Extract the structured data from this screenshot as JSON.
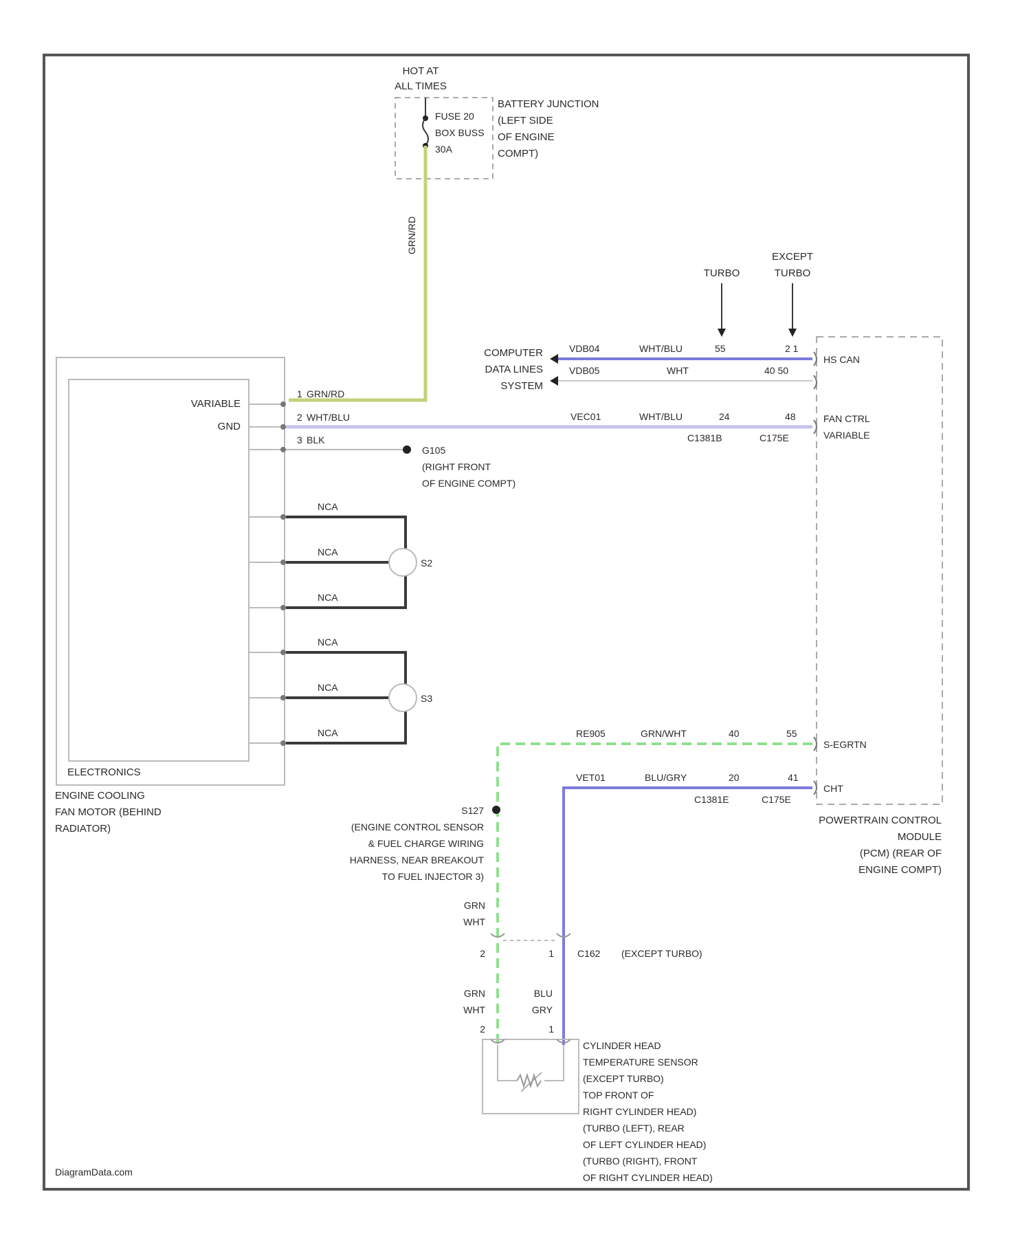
{
  "colors": {
    "frame": "#555555",
    "wire_black": "#3a3a3a",
    "wire_blue": "#7b7bdc",
    "wire_lightblue": "#c4c4ec",
    "wire_yellowgreen": "#c3d27a",
    "wire_green": "#8fe08f",
    "dashed_box": "#aaaaaa",
    "component_box": "#bbbbbb"
  },
  "source": {
    "hot_label": [
      "HOT AT",
      "ALL TIMES"
    ],
    "fuse_label": [
      "FUSE 20",
      "BOX BUSS",
      "30A"
    ],
    "location_label": [
      "BATTERY JUNCTION",
      "(LEFT SIDE",
      "OF ENGINE",
      "COMPT)"
    ],
    "wire_color": "GRN/RD"
  },
  "motor": {
    "box_label": "ELECTRONICS",
    "pin_variable": "VARIABLE",
    "pin_gnd": "GND",
    "caption": [
      "ENGINE COOLING",
      "FAN MOTOR (BEHIND",
      "RADIATOR)"
    ],
    "pin1": "1",
    "wire1": "GRN/RD",
    "pin2": "2",
    "wire2": "WHT/BLU",
    "pin3": "3",
    "wire3": "BLK",
    "nca": [
      "NCA",
      "NCA",
      "NCA",
      "NCA",
      "NCA",
      "NCA"
    ],
    "s2": "S2",
    "s3": "S3"
  },
  "ground": {
    "name": "G105",
    "location": [
      "(RIGHT FRONT",
      "OF ENGINE COMPT)"
    ]
  },
  "branches": {
    "turbo": "TURBO",
    "except_turbo": [
      "EXCEPT",
      "TURBO"
    ]
  },
  "can_bus": {
    "system_label": [
      "COMPUTER",
      "DATA LINES",
      "SYSTEM"
    ],
    "circuit1": "VDB04",
    "color1": "WHT/BLU",
    "pins1a": "55",
    "pins1b": "2 1",
    "circuit2": "VDB05",
    "color2": "WHT",
    "pins2b": "40 50"
  },
  "fan_ctrl": {
    "circuit": "VEC01",
    "color": "WHT/BLU",
    "pin_a": "24",
    "pin_b": "48",
    "conn_a": "C1381B",
    "conn_b": "C175E"
  },
  "sig_rtn": {
    "circuit": "RE905",
    "color": "GRN/WHT",
    "pin_a": "40",
    "pin_b": "55"
  },
  "cht": {
    "circuit": "VET01",
    "color": "BLU/GRY",
    "pin_a": "20",
    "pin_b": "41",
    "conn_a": "C1381E",
    "conn_b": "C175E"
  },
  "pcm": {
    "pin_hscan": "HS CAN",
    "pin_fan_ctrl": [
      "FAN CTRL",
      "VARIABLE"
    ],
    "pin_sig_rtn": "S-EGRTN",
    "pin_cht": "CHT",
    "caption": [
      "POWERTRAIN CONTROL",
      "MODULE",
      "(PCM) (REAR OF",
      "ENGINE COMPT)"
    ]
  },
  "splice": {
    "name": "S127",
    "caption": [
      "(ENGINE CONTROL SENSOR",
      "& FUEL CHARGE WIRING",
      "HARNESS, NEAR BREAKOUT",
      "TO FUEL INJECTOR 3)"
    ]
  },
  "inline_conn": {
    "wire_left": [
      "GRN",
      "WHT"
    ],
    "pin_left": "2",
    "pin_right": "1",
    "label": "C162",
    "note": "(EXCEPT TURBO)"
  },
  "sensor": {
    "wire_left": [
      "GRN",
      "WHT"
    ],
    "wire_right": [
      "BLU",
      "GRY"
    ],
    "pin_left": "2",
    "pin_right": "1",
    "caption": [
      "CYLINDER HEAD",
      "TEMPERATURE SENSOR",
      "(EXCEPT TURBO)",
      "TOP FRONT OF",
      "RIGHT CYLINDER HEAD)",
      "(TURBO (LEFT), REAR",
      "OF LEFT CYLINDER HEAD)",
      "(TURBO (RIGHT), FRONT",
      "OF RIGHT CYLINDER HEAD)"
    ]
  },
  "watermark": "DiagramData.com"
}
